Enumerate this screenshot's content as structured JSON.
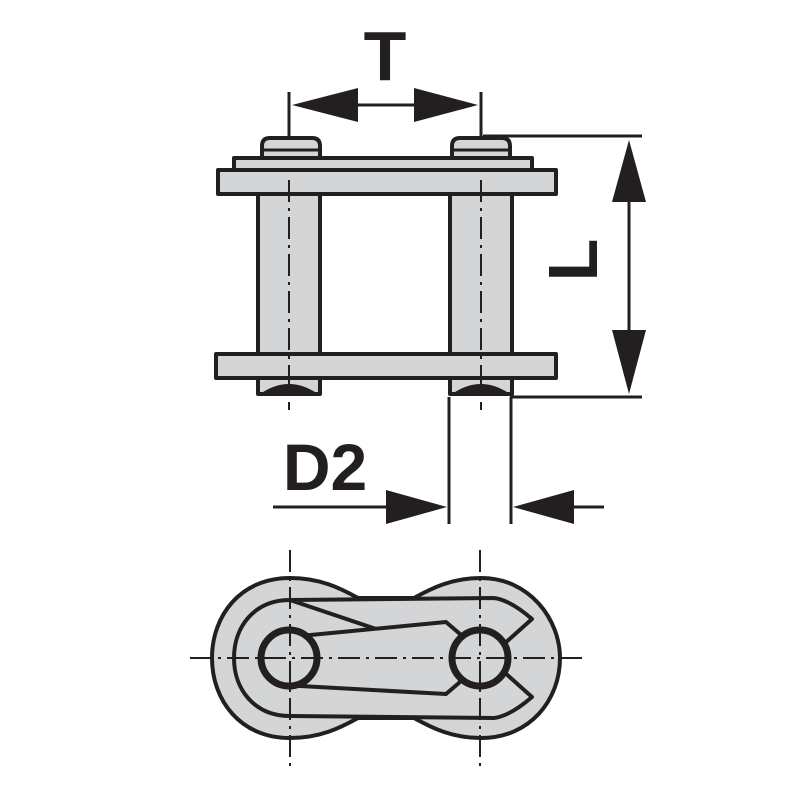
{
  "diagram": {
    "subject": "Chain connecting link (spring clip master link)",
    "views": [
      "side view",
      "top view"
    ],
    "colors": {
      "fill": "#d4d5d6",
      "stroke": "#231f20",
      "background": "#ffffff"
    },
    "dimensions": {
      "T": {
        "label": "T",
        "meaning": "pitch (pin center to pin center)"
      },
      "L": {
        "label": "L",
        "meaning": "pin length"
      },
      "D2": {
        "label": "D2",
        "meaning": "pin diameter"
      }
    }
  }
}
